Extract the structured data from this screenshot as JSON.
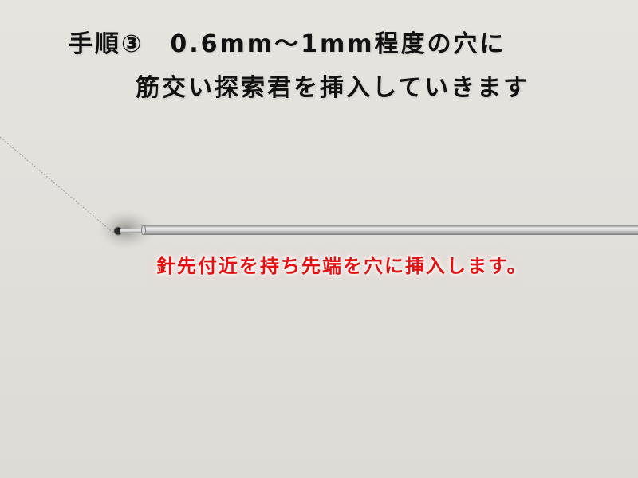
{
  "heading": {
    "line1": "手順③　0.6mm～1mm程度の穴に",
    "line2": "筋交い探索君を挿入していきます"
  },
  "instruction": {
    "text": "針先付近を持ち先端を穴に挿入します。"
  },
  "colors": {
    "background": "#e2e0db",
    "heading_text": "#111111",
    "instruction_text": "#e21212"
  }
}
